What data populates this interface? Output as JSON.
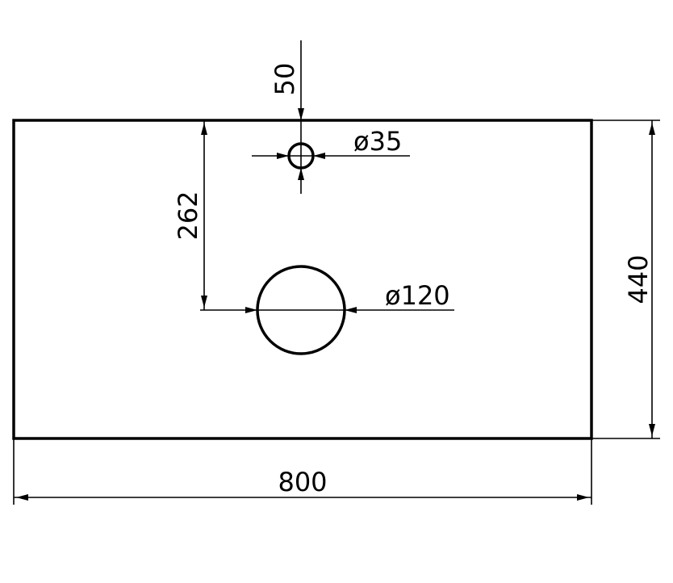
{
  "dimensions": {
    "tap_offset": "50",
    "tap_hole_diameter": "ø35",
    "drain_offset": "262",
    "drain_hole_diameter": "ø120",
    "depth": "440",
    "width": "800"
  }
}
